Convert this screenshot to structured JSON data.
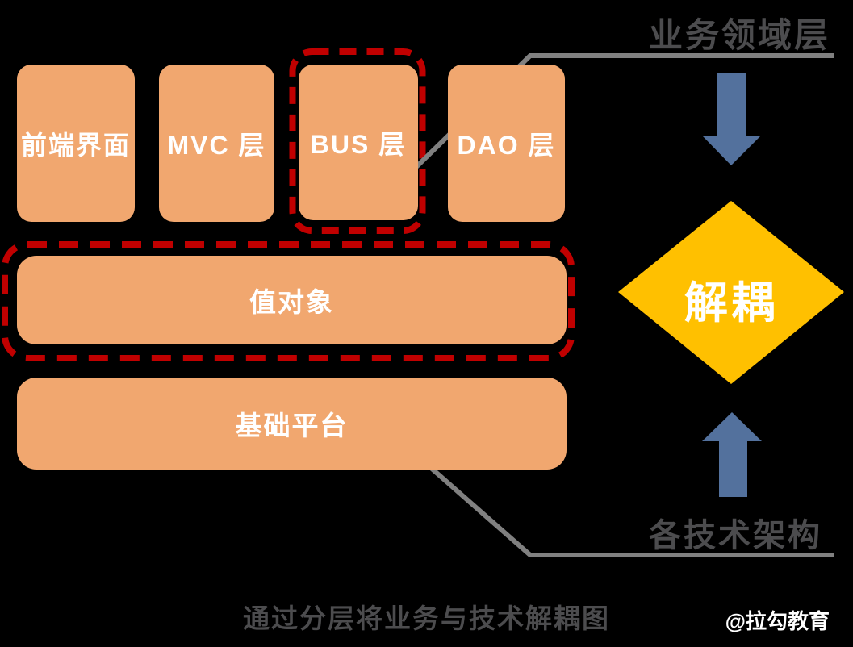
{
  "colors": {
    "background": "#000000",
    "box_orange": "#F1A76F",
    "dashed_red": "#C00000",
    "line_gray": "#808080",
    "arrow_blue": "#53719D",
    "diamond_yellow": "#FFC000",
    "label_gray": "#4C4C4E",
    "text_white": "#FFFFFF"
  },
  "layer_boxes": [
    {
      "label": "前端界面"
    },
    {
      "label": "MVC 层"
    },
    {
      "label": "BUS 层"
    },
    {
      "label": "DAO 层"
    }
  ],
  "wide_bars": [
    {
      "label": "值对象"
    },
    {
      "label": "基础平台"
    }
  ],
  "annotations": {
    "top_label": "业务领域层",
    "bottom_label": "各技术架构",
    "diamond_label": "解耦"
  },
  "caption": "通过分层将业务与技术解耦图",
  "watermark": "@拉勾教育"
}
